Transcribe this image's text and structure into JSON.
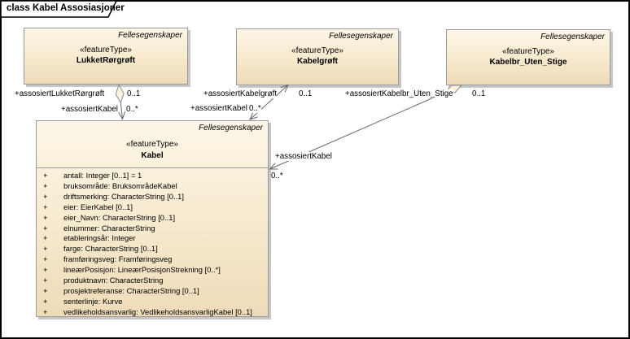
{
  "frame": {
    "title": "class Kabel Assosiasjoner"
  },
  "colors": {
    "box_fill_top": "#fdf6e7",
    "box_fill_bottom": "#eedbb8",
    "box_border": "#9b9b9b",
    "connector": "#666666",
    "shadow": "#c6c6c6"
  },
  "classes": {
    "lukket_rorgroft": {
      "package": "Fellesegenskaper",
      "stereotype": "«featureType»",
      "name": "LukketRørgrøft"
    },
    "kabelgroft": {
      "package": "Fellesegenskaper",
      "stereotype": "«featureType»",
      "name": "Kabelgrøft"
    },
    "kabelbr_uten_stige": {
      "package": "Fellesegenskaper",
      "stereotype": "«featureType»",
      "name": "Kabelbr_Uten_Stige"
    },
    "kabel": {
      "package": "Fellesegenskaper",
      "stereotype": "«featureType»",
      "name": "Kabel",
      "attributes": [
        {
          "vis": "+",
          "text": "antall: Integer [0..1] = 1"
        },
        {
          "vis": "+",
          "text": "bruksområde: BruksområdeKabel"
        },
        {
          "vis": "+",
          "text": "driftsmerking: CharacterString [0..1]"
        },
        {
          "vis": "+",
          "text": "eier: EierKabel [0..1]"
        },
        {
          "vis": "+",
          "text": "eier_Navn: CharacterString [0..1]"
        },
        {
          "vis": "+",
          "text": "elnummer: CharacterString"
        },
        {
          "vis": "+",
          "text": "etableringsår: Integer"
        },
        {
          "vis": "+",
          "text": "farge: CharacterString [0..1]"
        },
        {
          "vis": "+",
          "text": "framføringsveg: Framføringsveg"
        },
        {
          "vis": "+",
          "text": "lineærPosisjon: LineærPosisjonStrekning [0..*]"
        },
        {
          "vis": "+",
          "text": "produktnavn: CharacterString"
        },
        {
          "vis": "+",
          "text": "prosjektreferanse: CharacterString [0..1]"
        },
        {
          "vis": "+",
          "text": "senterlinje: Kurve"
        },
        {
          "vis": "+",
          "text": "vedlikeholdsansvarlig: VedlikeholdsansvarligKabel [0..1]"
        }
      ]
    }
  },
  "associations": {
    "lukket_rorgroft": {
      "type": "aggregation",
      "target_role": "+assosiertLukketRørgrøft",
      "target_mult": "0..1",
      "source_role": "+assosiertKabel",
      "source_mult": "0..*"
    },
    "kabelgroft": {
      "type": "association",
      "target_role": "+assosiertKabelgrøft",
      "target_mult": "0..1",
      "source_role": "+assosiertKabel",
      "source_mult": "0..*"
    },
    "kabelbr_uten_stige": {
      "type": "aggregation",
      "target_role": "+assosiertKabelbr_Uten_Stige",
      "target_mult": "0..1",
      "source_role": "+assosiertKabel",
      "source_mult": "0..*"
    }
  }
}
